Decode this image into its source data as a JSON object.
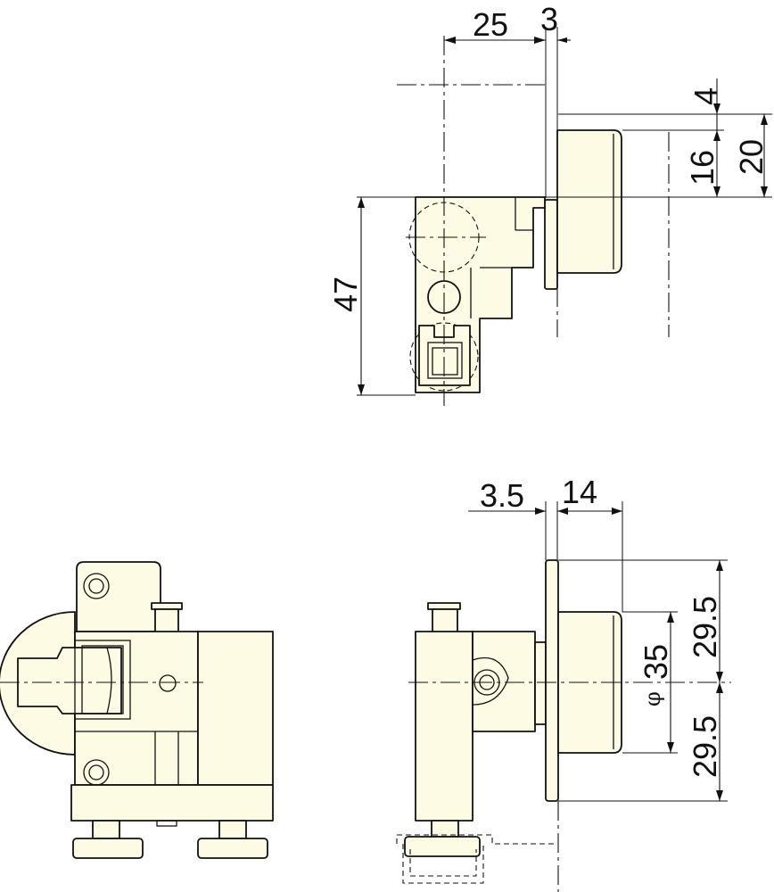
{
  "colors": {
    "part_fill": "#fdfbe3",
    "line": "#111111",
    "background": "#ffffff"
  },
  "dimensions": {
    "top_width_a": "25",
    "top_width_b": "3",
    "top_right_small": "4",
    "top_right_mid": "16",
    "top_right_total": "20",
    "top_left_height": "47",
    "side_plate_thickness": "3.5",
    "side_body_depth": "14",
    "side_upper_half": "29.5",
    "side_lower_half": "29.5",
    "side_diameter_symbol": "φ",
    "side_diameter": "35"
  }
}
